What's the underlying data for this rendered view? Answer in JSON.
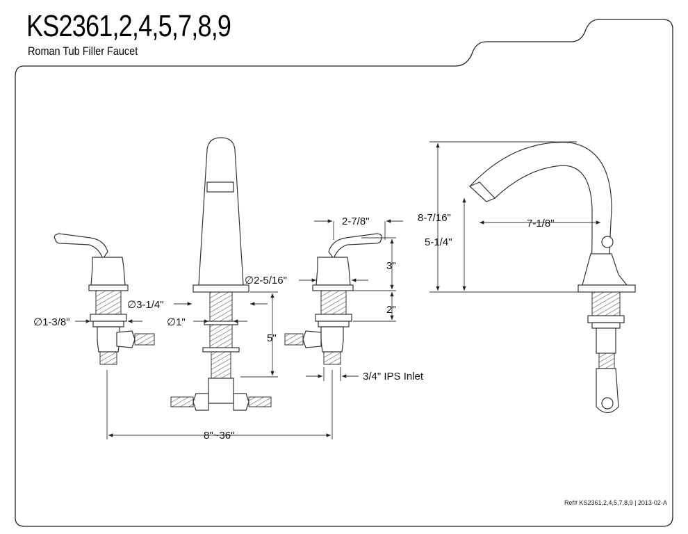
{
  "header": {
    "model": "KS2361,2,4,5,7,8,9",
    "product_name": "Roman Tub Filler Faucet"
  },
  "dimensions": {
    "handle_spread": "2-7/8\"",
    "total_height": "8-7/16\"",
    "spout_reach": "7-1/8\"",
    "spout_height": "5-1/4\"",
    "handle_height": "3\"",
    "handle_base_height": "2\"",
    "handle_base_diameter": "∅2-5/16\"",
    "spout_base_diameter": "∅3-1/4\"",
    "spout_shank_diameter": "∅1\"",
    "valve_diameter": "∅1-3/8\"",
    "shank_length": "5\"",
    "inlet": "3/4\" IPS Inlet",
    "center_spread": "8\"~36\""
  },
  "footer": {
    "reference": "Ref# KS2361,2,4,5,7,8,9 | 2013-02-A"
  }
}
